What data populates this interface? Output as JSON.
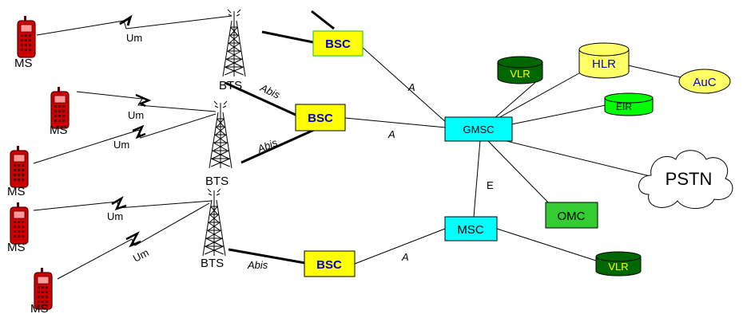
{
  "diagram": {
    "nodes": {
      "ms": "MS",
      "bts": "BTS",
      "bsc": "BSC",
      "gmsc": "GMSC",
      "msc": "MSC",
      "vlr": "VLR",
      "hlr": "HLR",
      "auc": "AuC",
      "eir": "EIR",
      "omc": "OMC",
      "pstn": "PSTN"
    },
    "links": {
      "um": "Um",
      "abis": "Abis",
      "a": "A",
      "e": "E"
    },
    "colors": {
      "bsc_fill": "#ffff00",
      "bsc_text": "#0000cc",
      "gmsc_fill": "#00ffff",
      "vlr_fill": "#006600",
      "vlr_text": "#ffff00",
      "hlr_fill": "#ffff66",
      "hlr_text": "#0000cc",
      "auc_fill": "#ffff66",
      "eir_fill": "#00ff00",
      "omc_fill": "#33cc33",
      "ms_body": "#cc0000"
    }
  }
}
